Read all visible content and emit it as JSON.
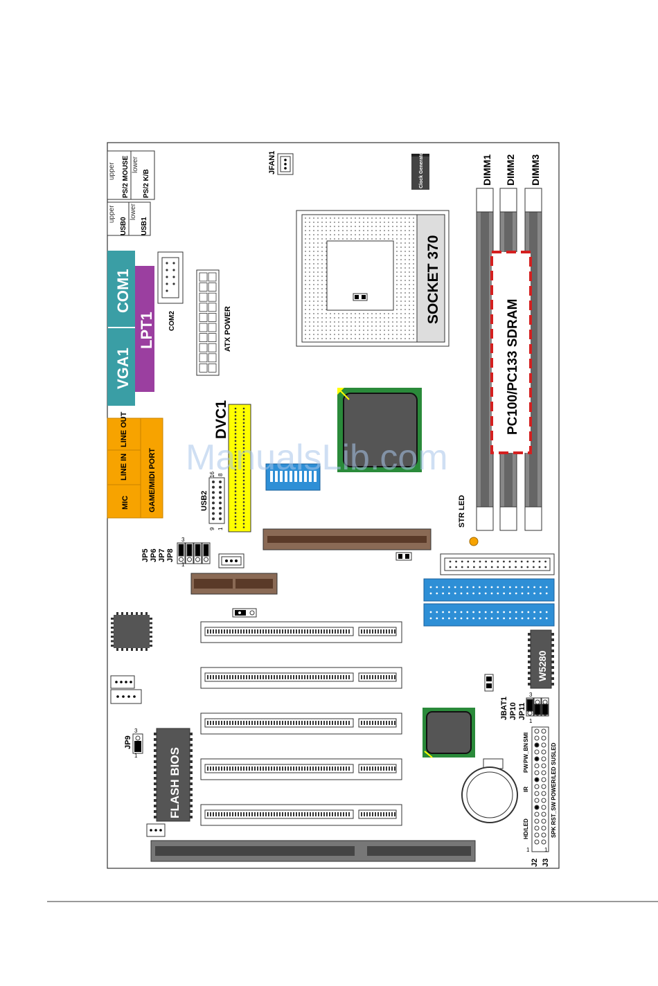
{
  "colors": {
    "teal": "#3a9ea5",
    "purple": "#9b3fa0",
    "orange": "#f7a300",
    "yellow": "#ffff00",
    "blue": "#2e8fd6",
    "brown": "#8a6a55",
    "green": "#2a8a3a",
    "dram_red": "#d42020",
    "gray": "#777777",
    "dark": "#333333"
  },
  "ports": {
    "ps2_mouse_pos": "upper",
    "ps2_mouse": "PS/2 MOUSE",
    "ps2_kb_pos": "lower",
    "ps2_kb": "PS/2 K/B",
    "usb0_pos": "upper",
    "usb0": "USB0",
    "usb1_pos": "lower",
    "usb1": "USB1",
    "com1": "COM1",
    "lpt1": "LPT1",
    "vga1": "VGA1",
    "line_out": "LINE OUT",
    "line_in": "LINE IN",
    "mic": "MIC",
    "game_midi": "GAME/MIDI PORT"
  },
  "headers": {
    "com2": "COM2",
    "atx_power": "ATX POWER",
    "jfan1": "JFAN1",
    "dvc1": "DVC1",
    "usb2": "USB2",
    "usb2_pin16": "16",
    "usb2_pin8": "8",
    "usb2_pin9": "9",
    "usb2_pin1": "1",
    "clock_gen": "Clock Generator"
  },
  "cpu": {
    "socket": "SOCKET 370"
  },
  "memory": {
    "dimm1": "DIMM1",
    "dimm2": "DIMM2",
    "dimm3": "DIMM3",
    "type": "PC100/PC133 SDRAM"
  },
  "jumpers": {
    "jp5": "JP5",
    "jp6": "JP6",
    "jp7": "JP7",
    "jp8": "JP8",
    "pin1": "1",
    "pin3": "3",
    "jp9": "JP9",
    "jbat1": "JBAT1",
    "jp10": "JP10",
    "jp11": "JP11"
  },
  "misc": {
    "str_led": "STR LED",
    "flash_bios": "FLASH BIOS",
    "w5280": "W5280"
  },
  "front_panel": {
    "j2": "J2",
    "j3": "J3",
    "pw_bn": "PW_BN",
    "smi": "SMI",
    "pw": "PW",
    "ir": "IR",
    "hd_led": "HD/LED",
    "bottom_row": "SPK RST_SW POWER/LED SUSLED"
  },
  "watermark": "ManualsLib.com"
}
